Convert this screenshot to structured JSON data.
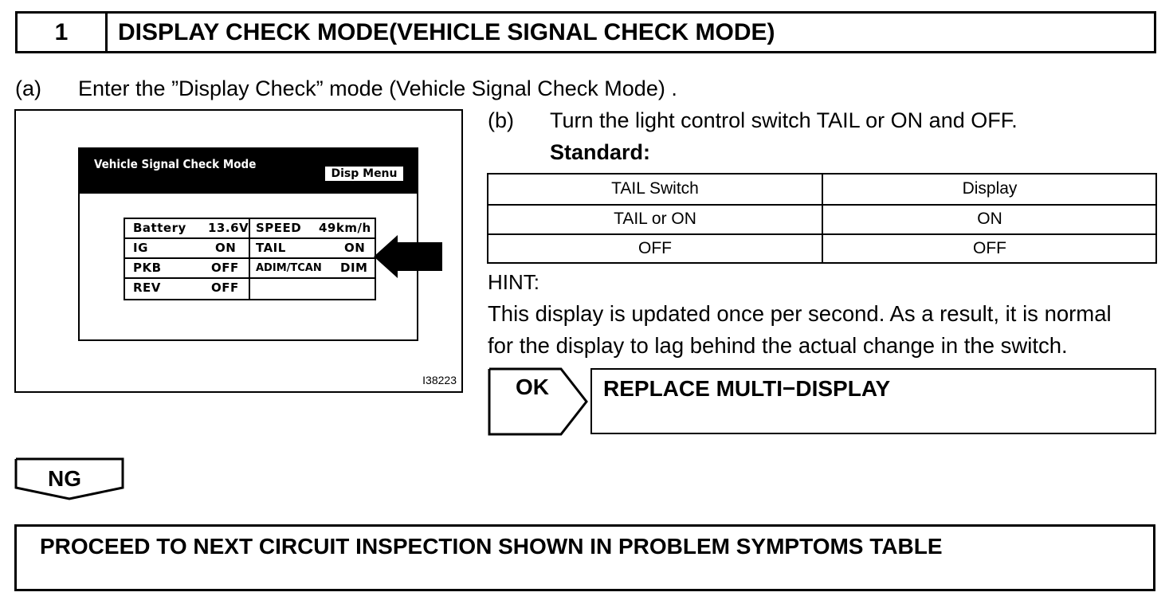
{
  "step": {
    "number": "1",
    "title": "DISPLAY CHECK MODE(VEHICLE SIGNAL CHECK MODE)"
  },
  "step_a": {
    "label": "(a)",
    "text": "Enter the ”Display Check” mode (Vehicle Signal Check Mode) ."
  },
  "figure": {
    "screen_title": "Vehicle Signal Check Mode",
    "menu_button": "Disp Menu",
    "rows": [
      {
        "l_label": "Battery",
        "l_value": "13.6V",
        "r_label": "SPEED",
        "r_value": "49km/h"
      },
      {
        "l_label": "IG",
        "l_value": "ON",
        "r_label": "TAIL",
        "r_value": "ON"
      },
      {
        "l_label": "PKB",
        "l_value": "OFF",
        "r_label": "ADIM/TCAN",
        "r_value": "DIM"
      },
      {
        "l_label": "REV",
        "l_value": "OFF",
        "r_label": "",
        "r_value": ""
      }
    ],
    "code": "I38223"
  },
  "step_b": {
    "label": "(b)",
    "text": "Turn the light control switch TAIL or ON and OFF.",
    "standard_label": "Standard:"
  },
  "standard_table": {
    "headers": [
      "TAIL Switch",
      "Display"
    ],
    "rows": [
      [
        "TAIL or ON",
        "ON"
      ],
      [
        "OFF",
        "OFF"
      ]
    ]
  },
  "hint": {
    "label": "HINT:",
    "line1": "This display is updated once per second. As a result, it is normal",
    "line2": "for the display to lag behind the actual change in the switch."
  },
  "ok": {
    "label": "OK",
    "result": "REPLACE MULTI−DISPLAY"
  },
  "ng": {
    "label": "NG",
    "result": "PROCEED TO NEXT CIRCUIT INSPECTION SHOWN IN PROBLEM SYMPTOMS TABLE"
  }
}
